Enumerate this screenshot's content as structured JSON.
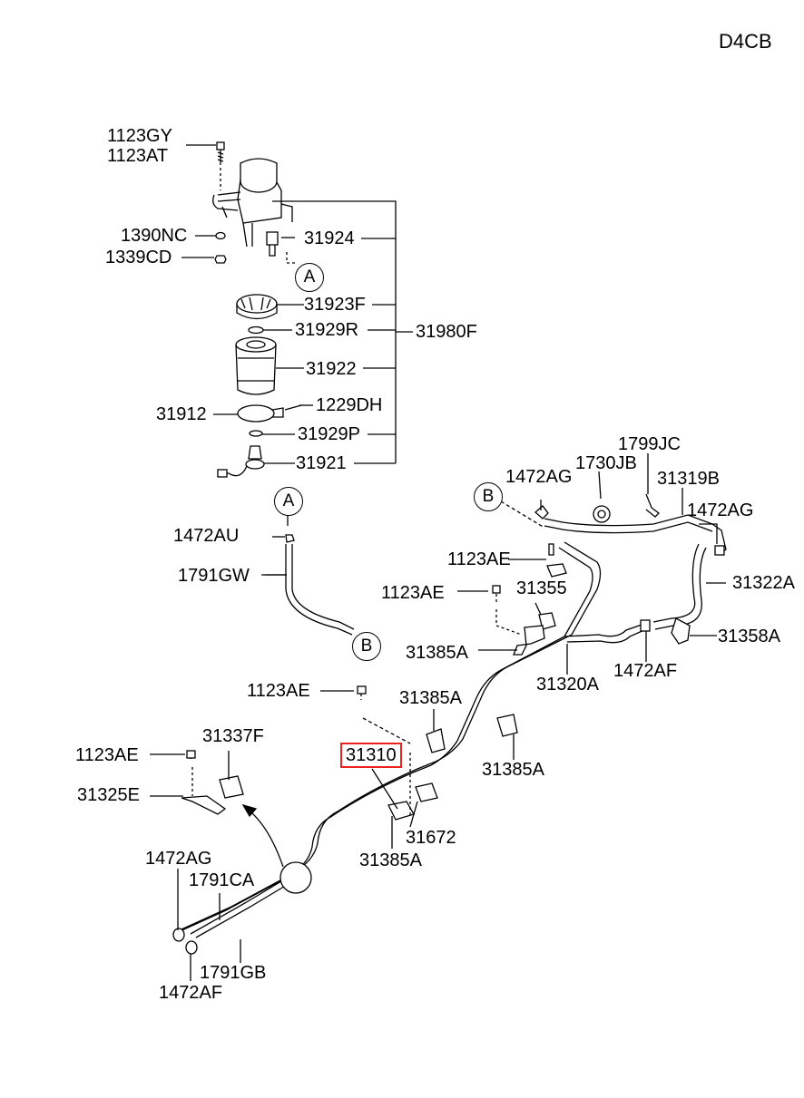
{
  "engine_code": "D4CB",
  "highlight_part": "31310",
  "callouts": {
    "a_top": "A",
    "a_bottom": "A",
    "b_left": "B",
    "b_right": "B"
  },
  "labels": {
    "p1123GY": "1123GY",
    "p1123AT": "1123AT",
    "p1390NC": "1390NC",
    "p1339CD": "1339CD",
    "p31924": "31924",
    "p31923F": "31923F",
    "p31929R": "31929R",
    "p31980F": "31980F",
    "p31922": "31922",
    "p31912": "31912",
    "p1229DH": "1229DH",
    "p31929P": "31929P",
    "p31921": "31921",
    "p1472AU": "1472AU",
    "p1791GW": "1791GW",
    "p1472AG_top": "1472AG",
    "p1730JB": "1730JB",
    "p1799JC": "1799JC",
    "p31319B": "31319B",
    "p1472AG_right": "1472AG",
    "p1123AE_a": "1123AE",
    "p1123AE_b": "1123AE",
    "p31355": "31355",
    "p31322A": "31322A",
    "p31385A_a": "31385A",
    "p31358A": "31358A",
    "p31320A": "31320A",
    "p1472AF_right": "1472AF",
    "p1123AE_c": "1123AE",
    "p31385A_b": "31385A",
    "p31337F": "31337F",
    "p1123AE_d": "1123AE",
    "p31385A_c": "31385A",
    "p31325E": "31325E",
    "p31672": "31672",
    "p31385A_d": "31385A",
    "p1472AG_bottom": "1472AG",
    "p1791CA": "1791CA",
    "p1791GB": "1791GB",
    "p1472AF_bottom": "1472AF"
  }
}
